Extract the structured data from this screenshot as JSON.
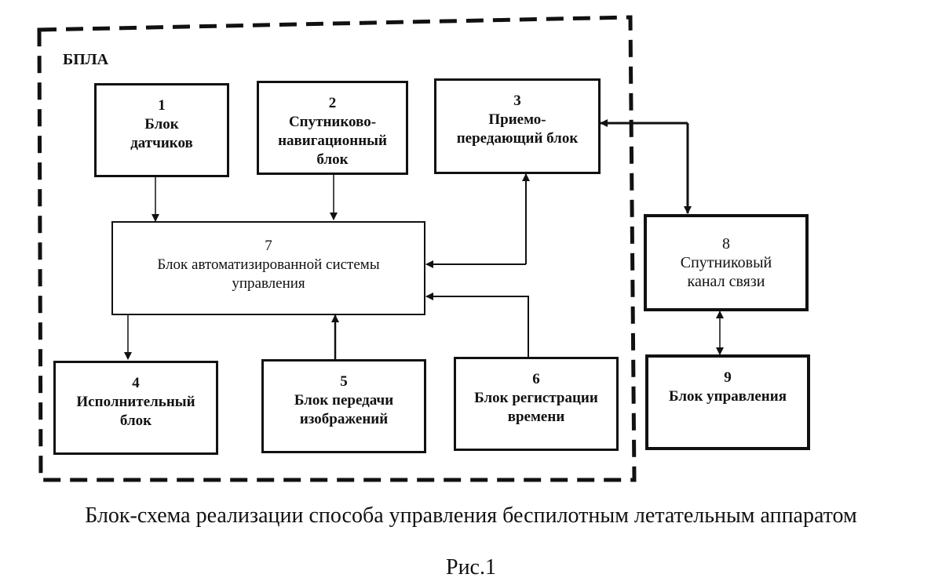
{
  "region": {
    "label": "БПЛА"
  },
  "blocks": [
    {
      "id": "1",
      "number": "1",
      "label": "Блок\nдатчиков"
    },
    {
      "id": "2",
      "number": "2",
      "label": "Спутниково-\nнавигационный\nблок"
    },
    {
      "id": "3",
      "number": "3",
      "label": "Приемо-\nпередающий блок"
    },
    {
      "id": "4",
      "number": "4",
      "label": "Исполнительный\nблок"
    },
    {
      "id": "5",
      "number": "5",
      "label": "Блок передачи\nизображений"
    },
    {
      "id": "6",
      "number": "6",
      "label": "Блок регистрации\nвремени"
    },
    {
      "id": "7",
      "number": "7",
      "label": "Блок автоматизированной системы\nуправления"
    },
    {
      "id": "8",
      "number": "8",
      "label": "Спутниковый\nканал связи"
    },
    {
      "id": "9",
      "number": "9",
      "label": "Блок управления"
    }
  ],
  "connections": [
    {
      "from": "1",
      "to": "7",
      "direction": "one-way"
    },
    {
      "from": "2",
      "to": "7",
      "direction": "one-way"
    },
    {
      "from": "7",
      "to": "3",
      "direction": "two-way"
    },
    {
      "from": "3",
      "to": "8",
      "direction": "two-way"
    },
    {
      "from": "8",
      "to": "9",
      "direction": "two-way"
    },
    {
      "from": "7",
      "to": "4",
      "direction": "one-way"
    },
    {
      "from": "5",
      "to": "7",
      "direction": "one-way"
    },
    {
      "from": "6",
      "to": "7",
      "direction": "one-way"
    }
  ],
  "caption": {
    "title": "Блок-схема реализации способа управления беспилотным летательным аппаратом",
    "figure": "Рис.1"
  }
}
